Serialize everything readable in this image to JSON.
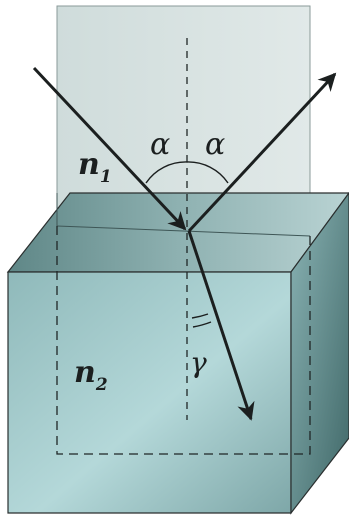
{
  "labels": {
    "n1_letter": "n",
    "n1_sub": "1",
    "n2_letter": "n",
    "n2_sub": "2",
    "incidence_angle_left": "α",
    "incidence_angle_right": "α",
    "refraction_angle": "γ"
  },
  "colors": {
    "upper_pane": "#d9e3e2",
    "block_top": "#7fa3a3",
    "block_front": "#a9cfd0",
    "block_side": "#5b8a89",
    "ray": "#1b1f1f",
    "outline": "#2a2f2f"
  }
}
